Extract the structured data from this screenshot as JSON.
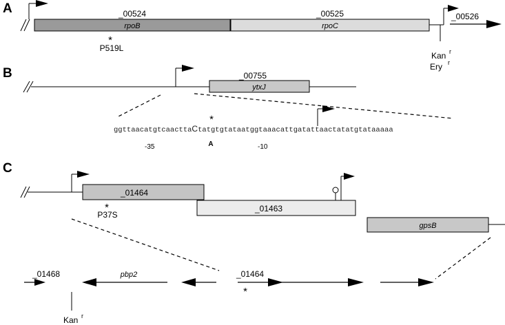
{
  "panel_a": {
    "letter": "A",
    "gene1_id": "_00524",
    "gene1_name": "rpoB",
    "gene2_id": "_00525",
    "gene2_name": "rpoC",
    "gene3_id": "_00526",
    "mutation_star": "*",
    "mutation": "P519L",
    "res_kan": "Kan",
    "res_ery": "Ery",
    "res_sup": "r",
    "colors": {
      "gene1": "#9a9a9a",
      "gene2": "#dcdcdc"
    }
  },
  "panel_b": {
    "letter": "B",
    "gene_id": "_00755",
    "gene_name": "ytxJ",
    "star": "*",
    "seq_part1": "ggttaacatgtcaactta",
    "seq_mut": "C",
    "seq_part2": "tatgtgtataatggtaaacattgatattaactatatgtataaaaa",
    "sub_base": "A",
    "box_minus35": "-35",
    "box_minus10": "-10",
    "colors": {
      "gene": "#c8c8c8"
    }
  },
  "panel_c": {
    "letter": "C",
    "gene1_id": "_01464",
    "gene2_id": "_01463",
    "gene3_name": "gpsB",
    "mutation_star": "*",
    "mutation": "P37S",
    "lower_gene_left_id": "_01468",
    "lower_gene_pbp2": "pbp2",
    "lower_gene_center_id": "_01464",
    "lower_star": "*",
    "res_kan": "Kan",
    "res_sup": "r",
    "colors": {
      "gene1": "#c4c4c4",
      "gene2": "#ececec",
      "gene3": "#c8c8c8"
    }
  }
}
